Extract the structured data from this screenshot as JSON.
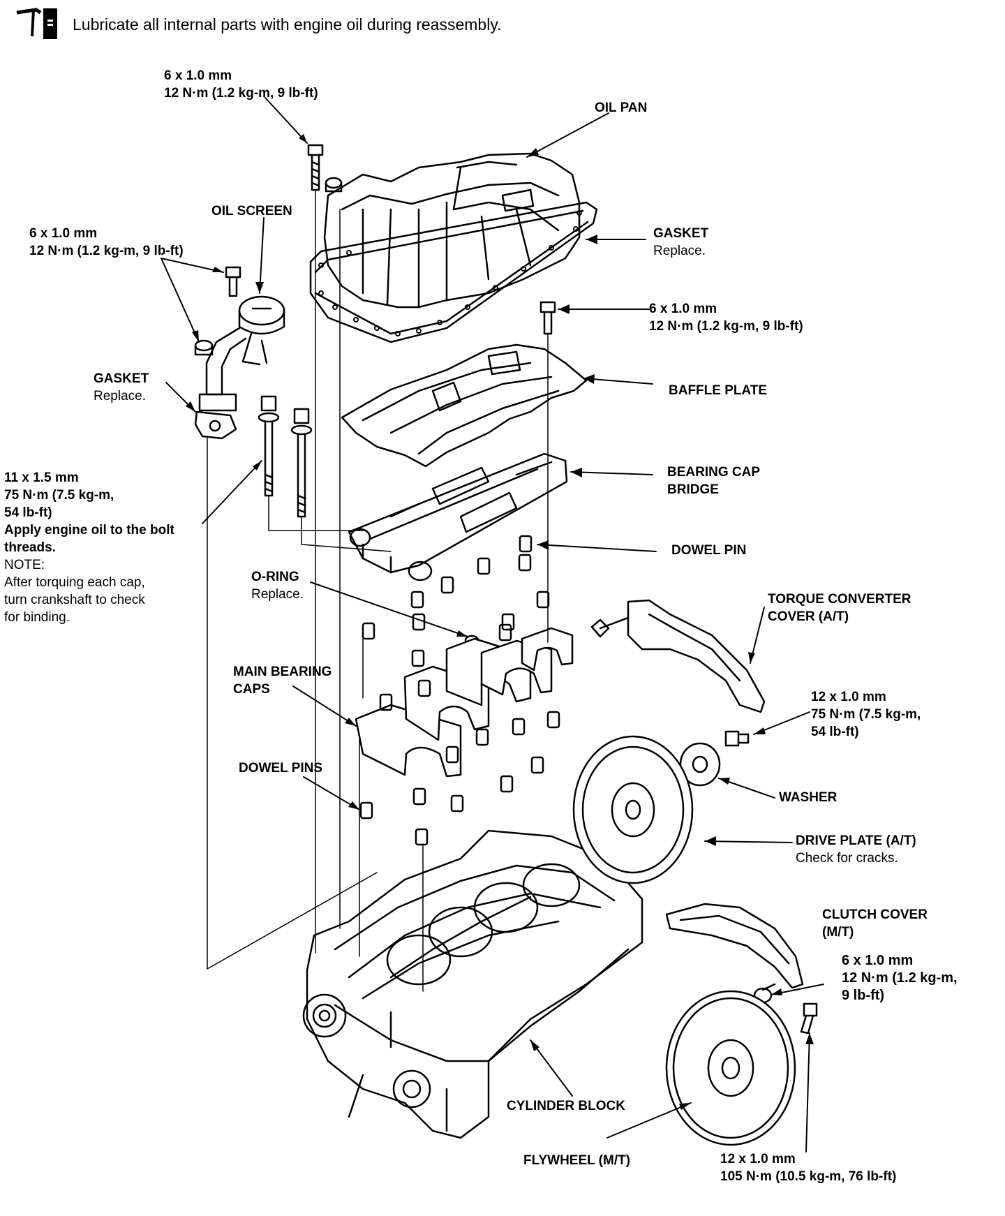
{
  "header": {
    "instruction": "Lubricate all internal parts with engine oil during reassembly."
  },
  "labels": {
    "top_bolt": {
      "size": "6 x 1.0 mm",
      "torque": "12 N·m (1.2 kg-m, 9 lb-ft)"
    },
    "oil_pan": "OIL PAN",
    "oil_screen": "OIL SCREEN",
    "screen_bolt": {
      "size": "6 x 1.0 mm",
      "torque": "12 N·m (1.2 kg-m, 9 lb-ft)"
    },
    "pan_gasket": {
      "title": "GASKET",
      "note": "Replace."
    },
    "baffle_bolt": {
      "size": "6 x 1.0 mm",
      "torque": "12 N·m (1.2 kg-m, 9 lb-ft)"
    },
    "screen_gasket": {
      "title": "GASKET",
      "note": "Replace."
    },
    "baffle_plate": "BAFFLE PLATE",
    "main_bolt": {
      "size": "11 x 1.5 mm",
      "torque1": "75 N·m (7.5 kg-m,",
      "torque2": "54 lb-ft)",
      "apply1": "Apply engine oil to the bolt",
      "apply2": "threads.",
      "note_title": "NOTE:",
      "note1": "After torquing each cap,",
      "note2": "turn crankshaft to check",
      "note3": "for binding."
    },
    "bearing_cap_bridge": {
      "line1": "BEARING CAP",
      "line2": "BRIDGE"
    },
    "dowel_pin": "DOWEL PIN",
    "o_ring": {
      "title": "O-RING",
      "note": "Replace."
    },
    "torque_converter_cover": {
      "line1": "TORQUE CONVERTER",
      "line2": "COVER (A/T)"
    },
    "main_bearing_caps": {
      "line1": "MAIN BEARING",
      "line2": "CAPS"
    },
    "drive_plate_bolt": {
      "size": "12 x 1.0 mm",
      "torque1": "75 N·m (7.5 kg-m,",
      "torque2": "54 lb-ft)"
    },
    "dowel_pins": "DOWEL PINS",
    "washer": "WASHER",
    "drive_plate": {
      "title": "DRIVE PLATE (A/T)",
      "note": "Check for cracks."
    },
    "clutch_cover": {
      "line1": "CLUTCH COVER",
      "line2": "(M/T)"
    },
    "clutch_bolt": {
      "size": "6 x 1.0 mm",
      "torque1": "12 N·m (1.2 kg-m,",
      "torque2": "9 lb-ft)"
    },
    "cylinder_block": "CYLINDER BLOCK",
    "flywheel": "FLYWHEEL (M/T)",
    "flywheel_bolt": {
      "size": "12 x 1.0 mm",
      "torque": "105 N·m (10.5 kg-m, 76 lb-ft)"
    }
  }
}
